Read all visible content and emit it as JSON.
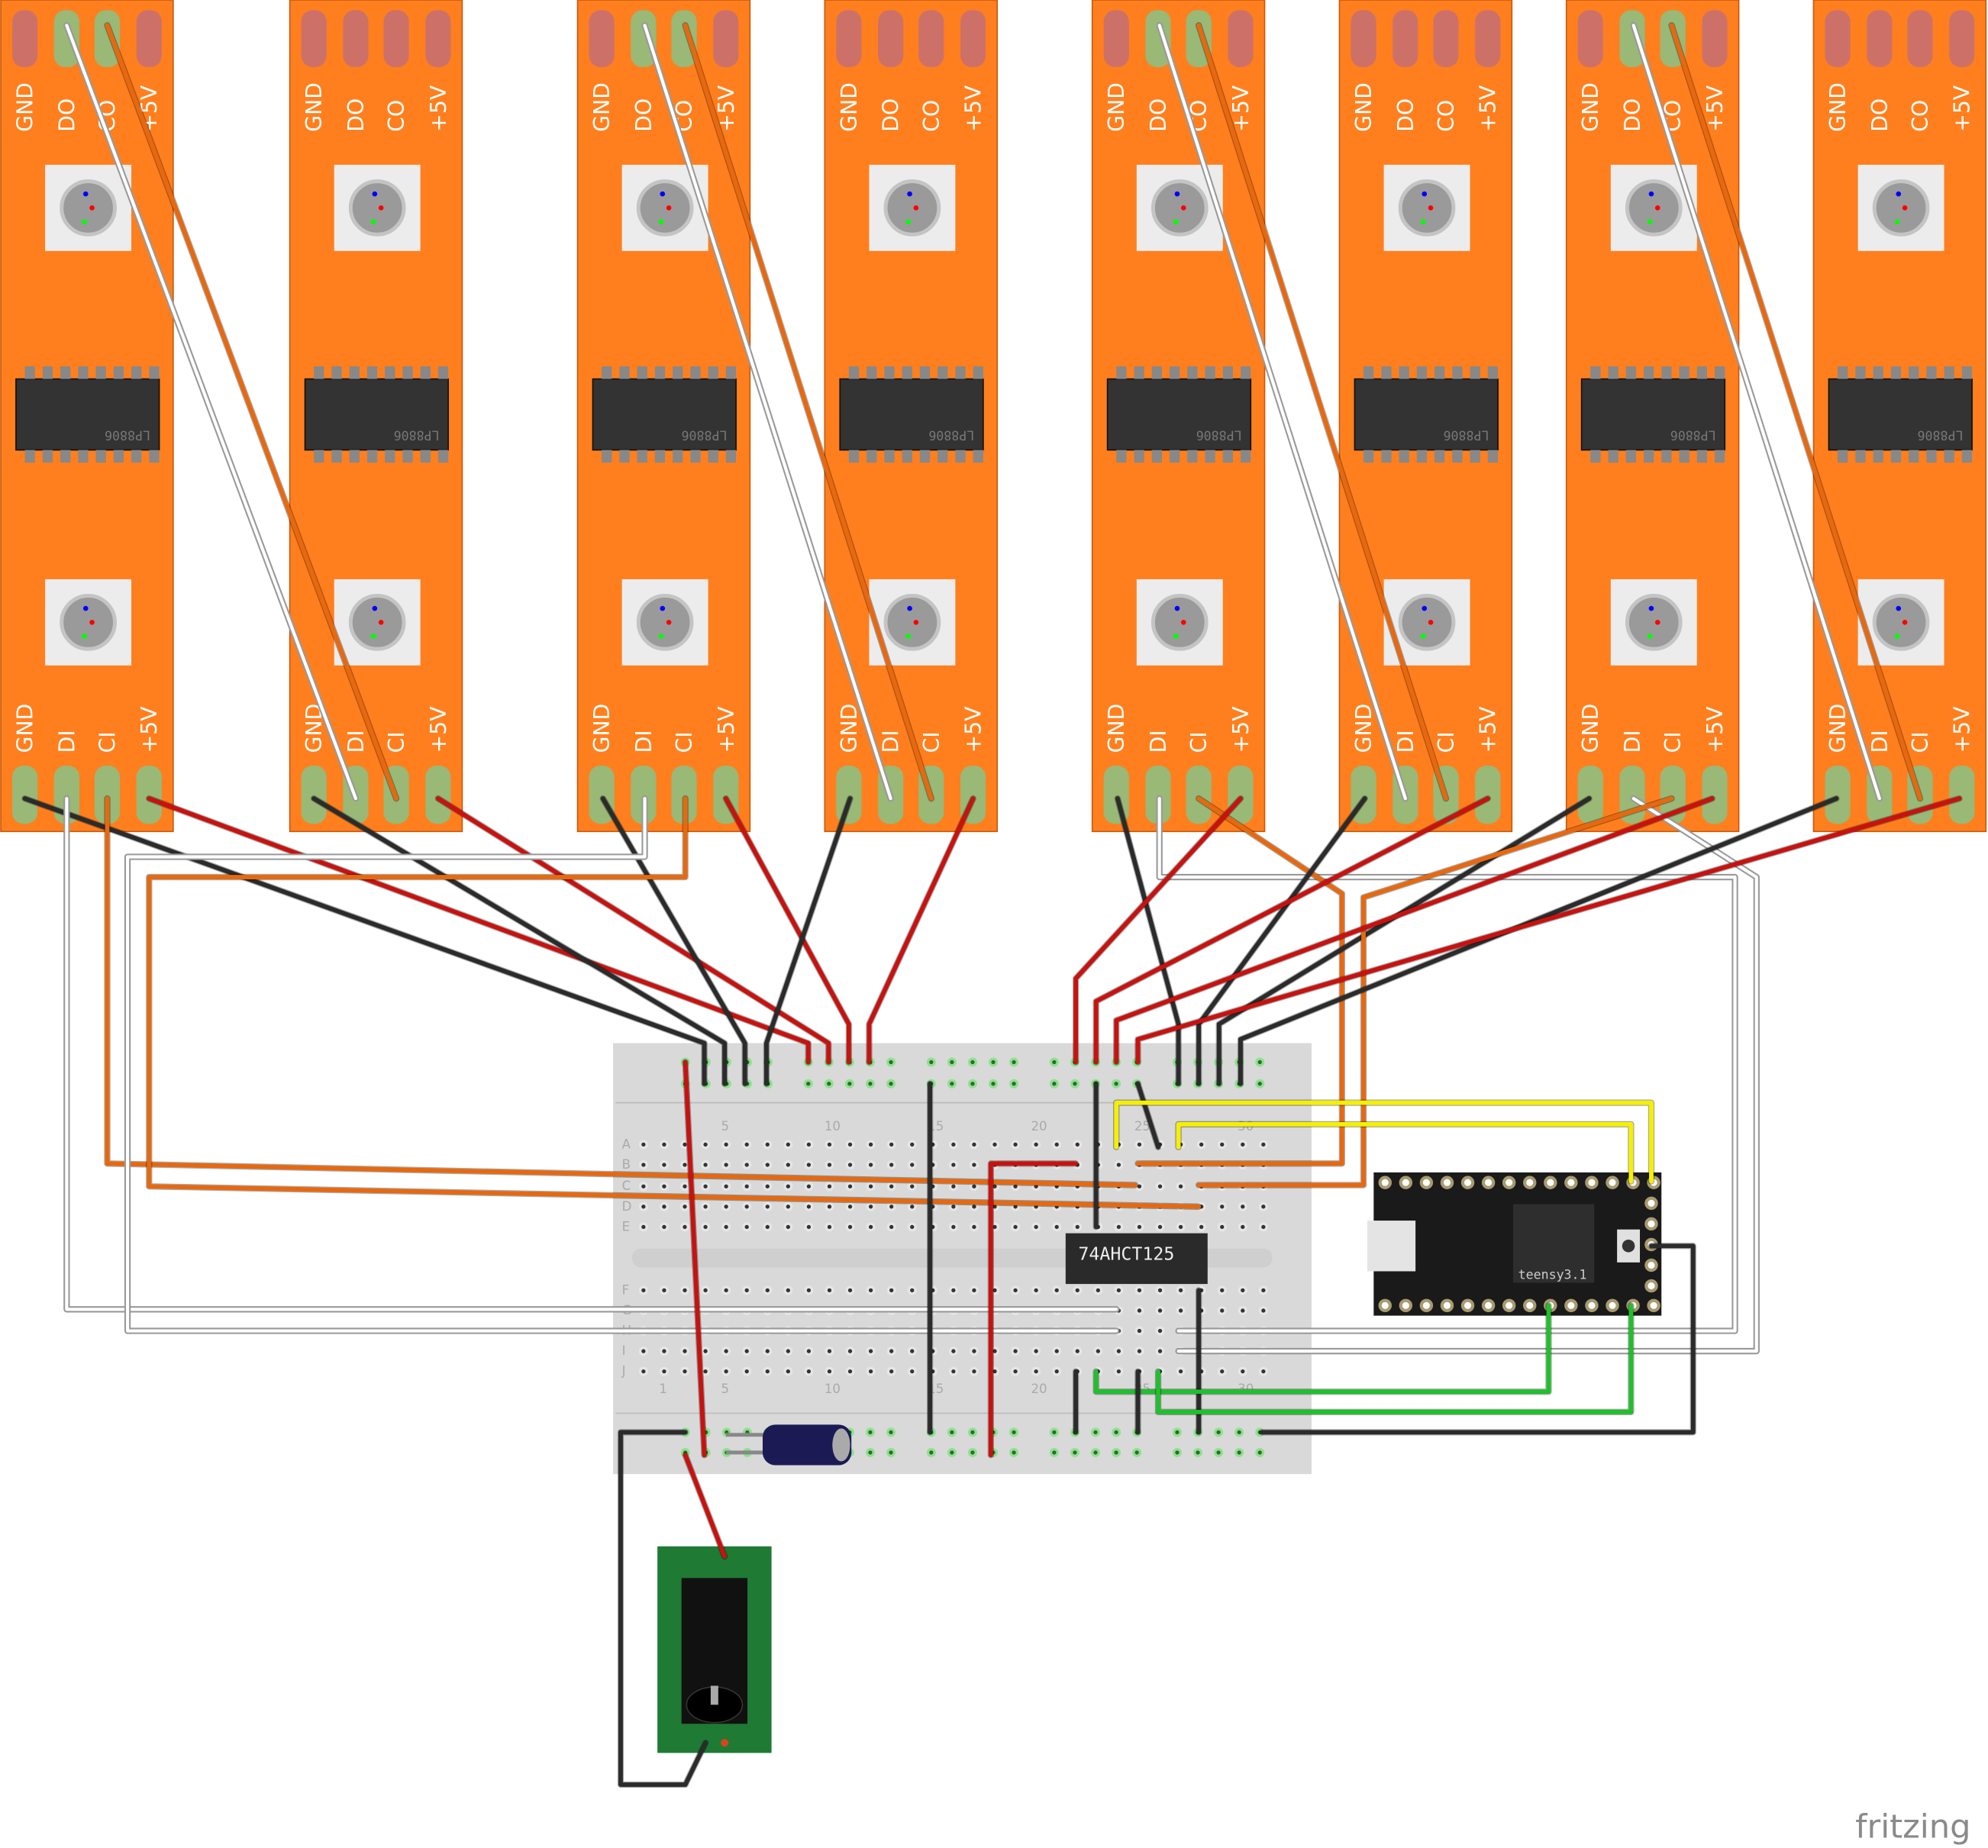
{
  "strips": {
    "count": 8,
    "top_labels": [
      "GND",
      "DO",
      "CO",
      "+5V"
    ],
    "bottom_labels": [
      "GND",
      "DI",
      "CI",
      "+5V"
    ],
    "chip_label": "LP8806",
    "color": "#ff7f1e"
  },
  "breadboard": {
    "row_letters_top": [
      "A",
      "B",
      "C",
      "D",
      "E"
    ],
    "row_letters_bottom": [
      "F",
      "G",
      "H",
      "I",
      "J"
    ],
    "column_numbers": [
      "1",
      "5",
      "10",
      "15",
      "20",
      "25",
      "30"
    ]
  },
  "level_shifter": {
    "label": "74AHCT125"
  },
  "microcontroller": {
    "label": "teensy3.1"
  },
  "logo": {
    "text": "fritzing"
  },
  "wire_colors": {
    "ground": "#2b2b2b",
    "power": "#c8120f",
    "data": "#ffffff",
    "clock": "#e8680f",
    "yellow": "#f5f000",
    "green": "#1fc02c"
  }
}
